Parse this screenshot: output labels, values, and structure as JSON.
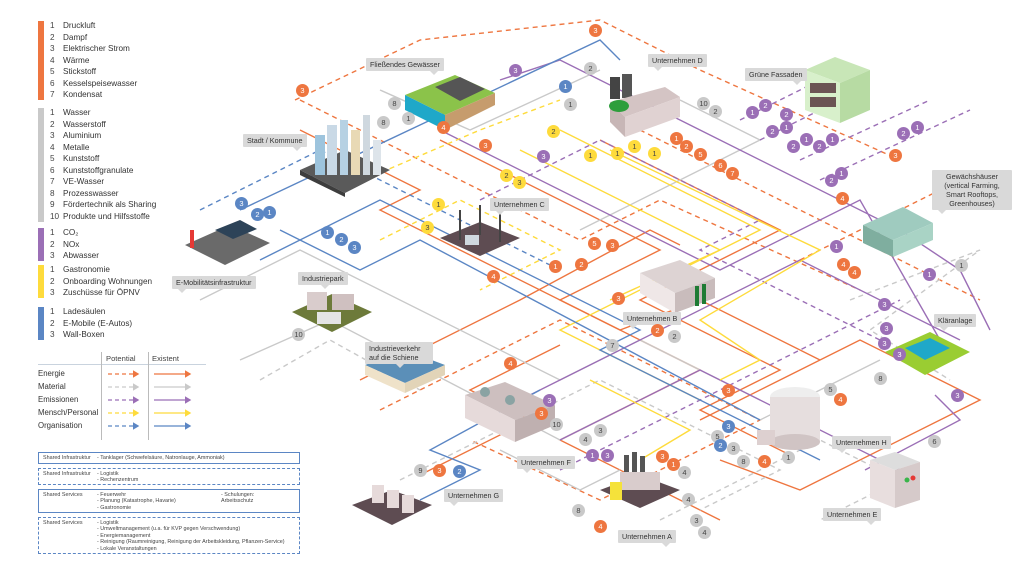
{
  "colors": {
    "energie": "#ee7640",
    "material": "#c9c9c9",
    "emissionen": "#9b6fb6",
    "mensch_personal": "#fedb3c",
    "organisation": "#5b86c4"
  },
  "legend": {
    "energie": [
      "Druckluft",
      "Dampf",
      "Elektrischer Strom",
      "Wärme",
      "Stickstoff",
      "Kesselspeisewasser",
      "Kondensat"
    ],
    "material": [
      "Wasser",
      "Wasserstoff",
      "Aluminium",
      "Metalle",
      "Kunststoff",
      "Kunststoffgranulate",
      "VE-Wasser",
      "Prozesswasser",
      "Fördertechnik als Sharing",
      "Produkte und Hilfsstoffe"
    ],
    "emissionen": [
      "CO₂",
      "NOx",
      "Abwasser"
    ],
    "mensch_personal": [
      "Gastronomie",
      "Onboarding Wohnungen",
      "Zuschüsse für ÖPNV"
    ],
    "organisation": [
      "Ladesäulen",
      "E-Mobile (E-Autos)",
      "Wall-Boxen"
    ]
  },
  "flow_table": {
    "header_potential": "Potential",
    "header_existent": "Existent",
    "rows": [
      {
        "label": "Energie",
        "color_key": "energie"
      },
      {
        "label": "Material",
        "color_key": "material"
      },
      {
        "label": "Emissionen",
        "color_key": "emissionen"
      },
      {
        "label": "Mensch/Personal",
        "color_key": "mensch_personal"
      },
      {
        "label": "Organisation",
        "color_key": "organisation"
      }
    ]
  },
  "shared_boxes": [
    {
      "title": "Shared Infrastruktur",
      "style": "existent",
      "items": [
        "- Tanklager (Schwefelsäure, Natronlauge, Ammoniak)"
      ],
      "items2": []
    },
    {
      "title": "Shared Infrastruktur",
      "style": "potential",
      "items": [
        "- Logistik",
        "- Rechenzentrum"
      ],
      "items2": []
    },
    {
      "title": "Shared Services",
      "style": "existent",
      "items": [
        "- Feuerwehr",
        "- Planung (Katastrophe, Havarie)",
        "- Gastronomie"
      ],
      "items2": [
        "- Schulungen:",
        "  Arbeitsschutz"
      ]
    },
    {
      "title": "Shared Services",
      "style": "potential",
      "items": [
        "- Logistik",
        "- Umweltmanagement (u.a. für KVP gegen Verschwendung)",
        "- Energiemanagement",
        "- Reinigung (Raumreinigung, Reinigung der Arbeitskleidung, Pflanzen-Service)",
        "- Lokale Veranstaltungen"
      ],
      "items2": []
    }
  ],
  "locations": {
    "fliessendes_gewaesser": "Fließendes Gewässer",
    "stadt_kommune": "Stadt / Kommune",
    "e_mobilitaet": "E-Mobilitätsinfrastruktur",
    "industriepark": "Industriepark",
    "industrieverkehr": "Industrieverkehr auf die Schiene",
    "unternehmen_a": "Unternehmen A",
    "unternehmen_b": "Unternehmen B",
    "unternehmen_c": "Unternehmen C",
    "unternehmen_d": "Unternehmen D",
    "unternehmen_e": "Unternehmen E",
    "unternehmen_f": "Unternehmen F",
    "unternehmen_g": "Unternehmen G",
    "unternehmen_h": "Unternehmen H",
    "gruene_fassaden": "Grüne Fassaden",
    "gewaechshaeuser": "Gewächshäuser (vertical Farming, Smart Rooftops, Greenhouses)",
    "klaeranlage": "Kläranlage"
  },
  "badges": [
    {
      "t": "energie",
      "v": "3"
    },
    {
      "t": "energie",
      "v": "3"
    },
    {
      "t": "material",
      "v": "2"
    },
    {
      "t": "emission",
      "v": "3"
    },
    {
      "t": "material",
      "v": "8"
    },
    {
      "t": "material",
      "v": "8"
    },
    {
      "t": "material",
      "v": "1"
    },
    {
      "t": "org",
      "v": "1"
    },
    {
      "t": "energie",
      "v": "4"
    },
    {
      "t": "energie",
      "v": "3"
    },
    {
      "t": "material",
      "v": "1"
    },
    {
      "t": "mensch",
      "v": "2"
    },
    {
      "t": "emission",
      "v": "3"
    },
    {
      "t": "mensch",
      "v": "1"
    },
    {
      "t": "mensch",
      "v": "1"
    },
    {
      "t": "mensch",
      "v": "1"
    },
    {
      "t": "mensch",
      "v": "1"
    },
    {
      "t": "energie",
      "v": "1"
    },
    {
      "t": "energie",
      "v": "2"
    },
    {
      "t": "energie",
      "v": "5"
    },
    {
      "t": "energie",
      "v": "6"
    },
    {
      "t": "energie",
      "v": "7"
    },
    {
      "t": "material",
      "v": "10"
    },
    {
      "t": "material",
      "v": "2"
    },
    {
      "t": "emission",
      "v": "1"
    },
    {
      "t": "emission",
      "v": "2"
    },
    {
      "t": "emission",
      "v": "2"
    },
    {
      "t": "emission",
      "v": "1"
    },
    {
      "t": "emission",
      "v": "2"
    },
    {
      "t": "emission",
      "v": "2"
    },
    {
      "t": "emission",
      "v": "1"
    },
    {
      "t": "emission",
      "v": "2"
    },
    {
      "t": "emission",
      "v": "1"
    },
    {
      "t": "emission",
      "v": "2"
    },
    {
      "t": "emission",
      "v": "1"
    },
    {
      "t": "emission",
      "v": "2"
    },
    {
      "t": "emission",
      "v": "1"
    },
    {
      "t": "energie",
      "v": "3"
    },
    {
      "t": "mensch",
      "v": "2"
    },
    {
      "t": "mensch",
      "v": "3"
    },
    {
      "t": "mensch",
      "v": "1"
    },
    {
      "t": "mensch",
      "v": "3"
    },
    {
      "t": "org",
      "v": "3"
    },
    {
      "t": "org",
      "v": "2"
    },
    {
      "t": "org",
      "v": "1"
    },
    {
      "t": "org",
      "v": "1"
    },
    {
      "t": "org",
      "v": "2"
    },
    {
      "t": "org",
      "v": "3"
    },
    {
      "t": "energie",
      "v": "4"
    },
    {
      "t": "energie",
      "v": "4"
    },
    {
      "t": "energie",
      "v": "4"
    },
    {
      "t": "emission",
      "v": "1"
    },
    {
      "t": "emission",
      "v": "1"
    },
    {
      "t": "material",
      "v": "1"
    },
    {
      "t": "energie",
      "v": "5"
    },
    {
      "t": "energie",
      "v": "3"
    },
    {
      "t": "energie",
      "v": "1"
    },
    {
      "t": "energie",
      "v": "2"
    },
    {
      "t": "energie",
      "v": "4"
    },
    {
      "t": "energie",
      "v": "3"
    },
    {
      "t": "energie",
      "v": "2"
    },
    {
      "t": "material",
      "v": "2"
    },
    {
      "t": "material",
      "v": "7"
    },
    {
      "t": "emission",
      "v": "3"
    },
    {
      "t": "emission",
      "v": "3"
    },
    {
      "t": "emission",
      "v": "3"
    },
    {
      "t": "emission",
      "v": "3"
    },
    {
      "t": "material",
      "v": "10"
    },
    {
      "t": "energie",
      "v": "4"
    },
    {
      "t": "emission",
      "v": "3"
    },
    {
      "t": "material",
      "v": "10"
    },
    {
      "t": "material",
      "v": "3"
    },
    {
      "t": "material",
      "v": "4"
    },
    {
      "t": "emission",
      "v": "1"
    },
    {
      "t": "emission",
      "v": "3"
    },
    {
      "t": "energie",
      "v": "3"
    },
    {
      "t": "energie",
      "v": "1"
    },
    {
      "t": "material",
      "v": "4"
    },
    {
      "t": "material",
      "v": "8"
    },
    {
      "t": "energie",
      "v": "4"
    },
    {
      "t": "material",
      "v": "4"
    },
    {
      "t": "material",
      "v": "3"
    },
    {
      "t": "material",
      "v": "4"
    },
    {
      "t": "energie",
      "v": "3"
    },
    {
      "t": "org",
      "v": "3"
    },
    {
      "t": "material",
      "v": "5"
    },
    {
      "t": "material",
      "v": "3"
    },
    {
      "t": "material",
      "v": "8"
    },
    {
      "t": "energie",
      "v": "4"
    },
    {
      "t": "material",
      "v": "1"
    },
    {
      "t": "energie",
      "v": "4"
    },
    {
      "t": "material",
      "v": "5"
    },
    {
      "t": "material",
      "v": "8"
    },
    {
      "t": "material",
      "v": "6"
    },
    {
      "t": "emission",
      "v": "3"
    },
    {
      "t": "material",
      "v": "9"
    },
    {
      "t": "energie",
      "v": "3"
    },
    {
      "t": "org",
      "v": "2"
    },
    {
      "t": "energie",
      "v": "3"
    },
    {
      "t": "org",
      "v": "2"
    }
  ]
}
